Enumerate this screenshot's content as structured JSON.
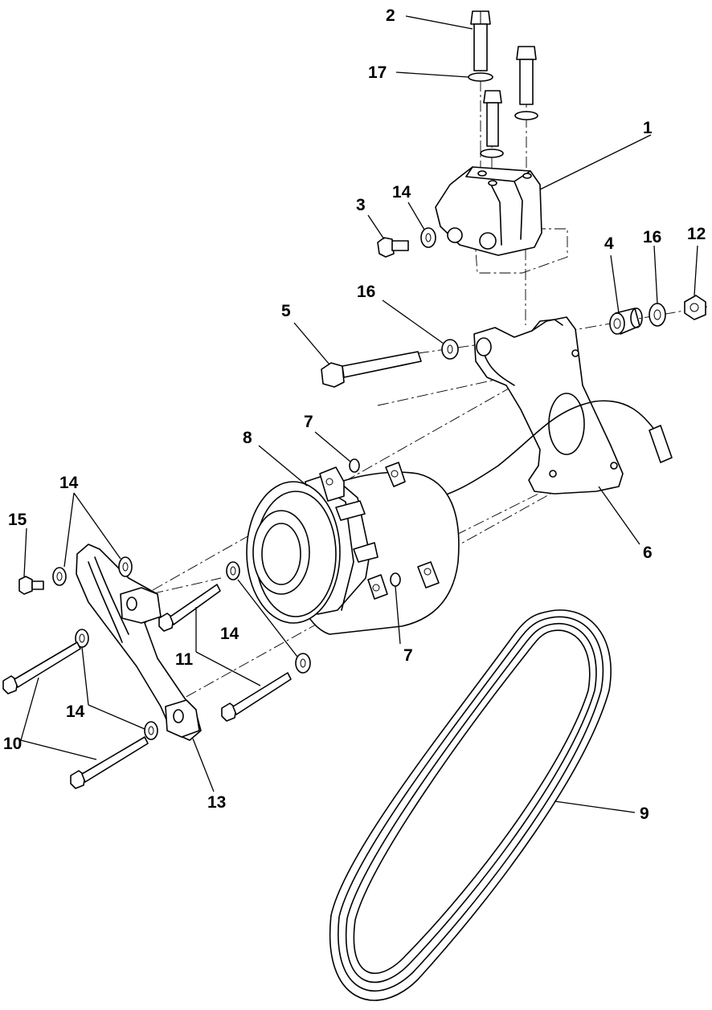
{
  "diagram": {
    "callouts": {
      "c1": "1",
      "c2": "2",
      "c3": "3",
      "c4": "4",
      "c5": "5",
      "c6": "6",
      "c7a": "7",
      "c7b": "7",
      "c8": "8",
      "c9": "9",
      "c10": "10",
      "c11": "11",
      "c12": "12",
      "c13": "13",
      "c14a": "14",
      "c14b": "14",
      "c14c": "14",
      "c14d": "14",
      "c15": "15",
      "c16a": "16",
      "c16b": "16",
      "c17": "17"
    }
  }
}
